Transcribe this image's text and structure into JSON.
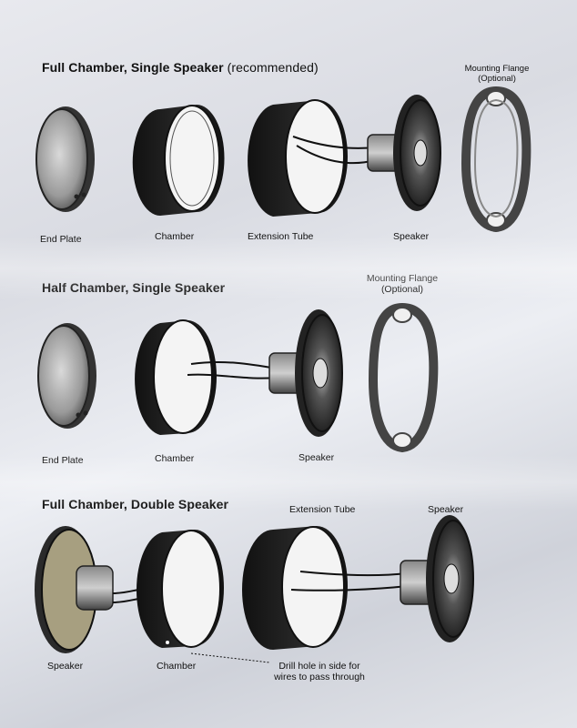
{
  "sections": [
    {
      "title_bold": "Full Chamber, Single Speaker",
      "title_normal": " (recommended)",
      "labels": {
        "end_plate": "End Plate",
        "chamber": "Chamber",
        "extension_tube": "Extension Tube",
        "speaker": "Speaker",
        "flange_line1": "Mounting Flange",
        "flange_line2": "(Optional)"
      }
    },
    {
      "title_bold": "Half Chamber, Single Speaker",
      "labels": {
        "end_plate": "End Plate",
        "chamber": "Chamber",
        "speaker": "Speaker",
        "flange_line1": "Mounting Flange",
        "flange_line2": "(Optional)"
      }
    },
    {
      "title_bold": "Full Chamber,  Double Speaker",
      "labels": {
        "extension_tube": "Extension Tube",
        "speaker_right": "Speaker",
        "speaker_left": "Speaker",
        "chamber": "Chamber",
        "drill_line1": "Drill hole in side for",
        "drill_line2": "wires to pass through"
      }
    }
  ]
}
